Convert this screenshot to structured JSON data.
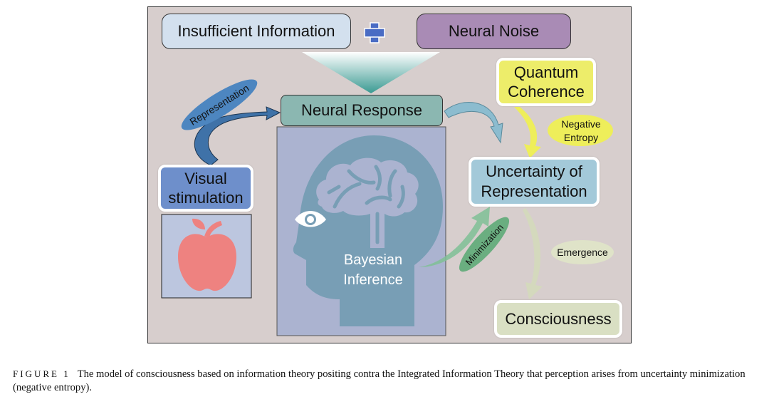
{
  "diagram": {
    "nodes": {
      "insufficient_information": "Insufficient Information",
      "neural_noise": "Neural Noise",
      "neural_response": "Neural Response",
      "quantum_coherence_line1": "Quantum",
      "quantum_coherence_line2": "Coherence",
      "visual_stimulation_line1": "Visual",
      "visual_stimulation_line2": "stimulation",
      "uncertainty_line1": "Uncertainty of",
      "uncertainty_line2": "Representation",
      "bayesian_line1": "Bayesian",
      "bayesian_line2": "Inference",
      "consciousness": "Consciousness"
    },
    "edge_labels": {
      "representation": "Representation",
      "negative_entropy_line1": "Negative",
      "negative_entropy_line2": "Entropy",
      "minimization": "Minimization",
      "emergence": "Emergence"
    },
    "operator": "plus",
    "colors": {
      "background": "#d7cecd",
      "insufficient_information": "#d3e0ee",
      "neural_noise": "#a98bb5",
      "neural_response": "#8bb7b1",
      "quantum_coherence": "#eded6a",
      "visual_stimulation": "#6e8fcb",
      "uncertainty": "#a3c9d9",
      "consciousness": "#d9dfc3",
      "head": "#789eb5",
      "head_panel": "#abb3d0",
      "apple": "#ee8280",
      "plus": "#4a6cc4"
    }
  },
  "caption": {
    "label": "FIGURE 1",
    "text": "The model of consciousness based on information theory positing contra the Integrated Information Theory that perception arises from uncertainty minimization (negative entropy)."
  }
}
